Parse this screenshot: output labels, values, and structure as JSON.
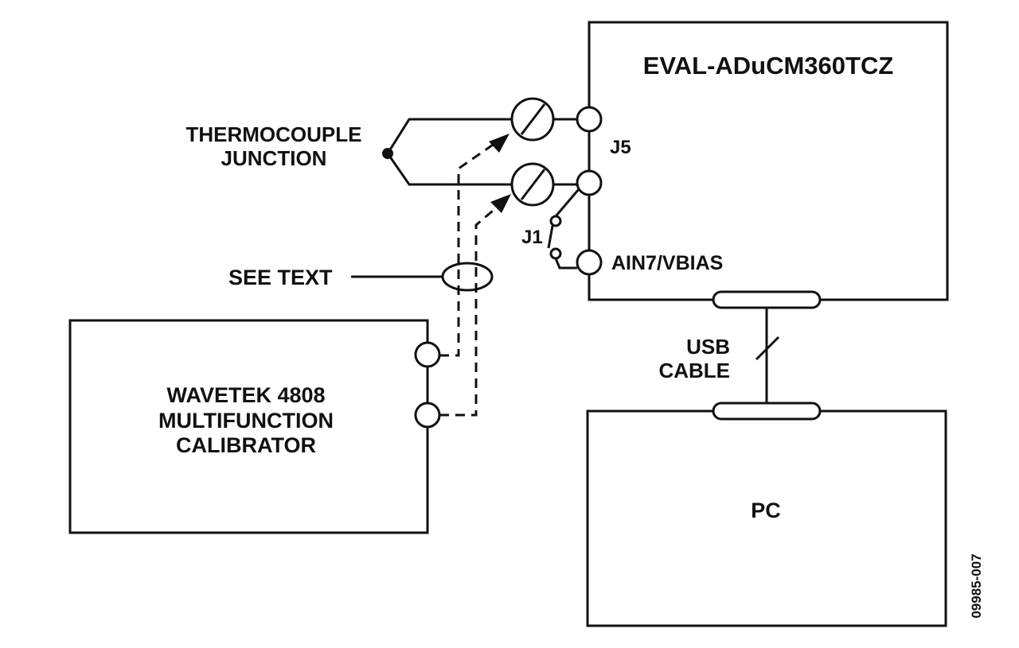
{
  "labels": {
    "board": "EVAL-ADuCM360TCZ",
    "thermocouple": [
      "THERMOCOUPLE",
      "JUNCTION"
    ],
    "j5": "J5",
    "j1": "J1",
    "ain": "AIN7/VBIAS",
    "see_text": "SEE TEXT",
    "usb": [
      "USB",
      "CABLE"
    ],
    "calibrator": [
      "WAVETEK 4808",
      "MULTIFUNCTION",
      "CALIBRATOR"
    ],
    "pc": "PC",
    "figure_id": "09985-007"
  }
}
